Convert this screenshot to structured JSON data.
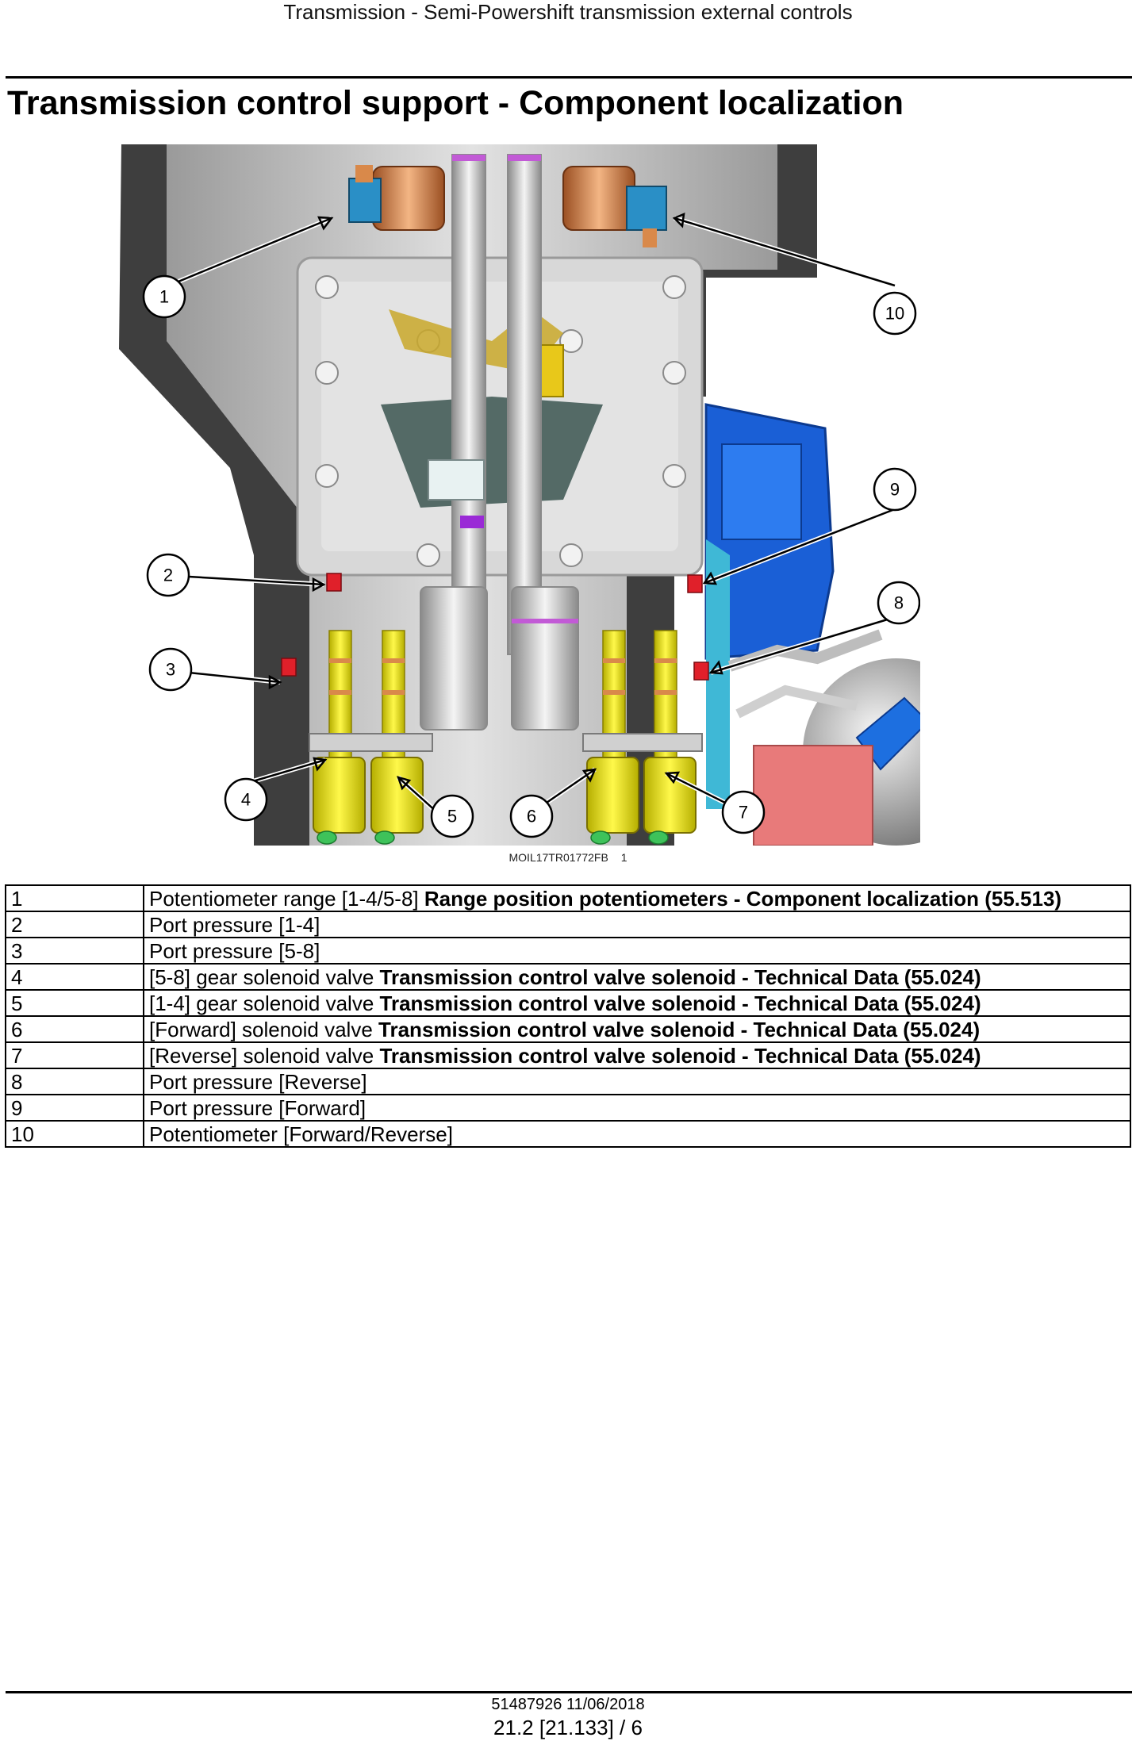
{
  "header": {
    "title": "Transmission - Semi-Powershift transmission external controls"
  },
  "page_title": "Transmission control support - Component localization",
  "figure": {
    "caption_code": "MOIL17TR01772FB",
    "caption_num": "1",
    "callouts": [
      "1",
      "2",
      "3",
      "4",
      "5",
      "6",
      "7",
      "8",
      "9",
      "10"
    ]
  },
  "legend": [
    {
      "num": "1",
      "text": "Potentiometer range [1-4/5-8] ",
      "ref": "Range position potentiometers - Component localization (55.513)"
    },
    {
      "num": "2",
      "text": "Port pressure [1-4]",
      "ref": ""
    },
    {
      "num": "3",
      "text": "Port pressure [5-8]",
      "ref": ""
    },
    {
      "num": "4",
      "text": "[5-8] gear solenoid valve ",
      "ref": "Transmission control valve solenoid - Technical Data (55.024)"
    },
    {
      "num": "5",
      "text": "[1-4] gear solenoid valve ",
      "ref": "Transmission control valve solenoid - Technical Data (55.024)"
    },
    {
      "num": "6",
      "text": "[Forward] solenoid valve ",
      "ref": "Transmission control valve solenoid - Technical Data (55.024)"
    },
    {
      "num": "7",
      "text": "[Reverse] solenoid valve ",
      "ref": "Transmission control valve solenoid - Technical Data (55.024)"
    },
    {
      "num": "8",
      "text": "Port pressure [Reverse]",
      "ref": ""
    },
    {
      "num": "9",
      "text": "Port pressure [Forward]",
      "ref": ""
    },
    {
      "num": "10",
      "text": "Potentiometer [Forward/Reverse]",
      "ref": ""
    }
  ],
  "footer": {
    "doc_ref": "51487926 11/06/2018",
    "page_ref": "21.2 [21.133] / 6"
  },
  "colors": {
    "housing": "#c9c9c9",
    "solenoid": "#e8e000",
    "connector": "#d9894a",
    "blue_part": "#1a5fd6",
    "pink_block": "#e87a7a",
    "port_plug": "#e0202a"
  }
}
